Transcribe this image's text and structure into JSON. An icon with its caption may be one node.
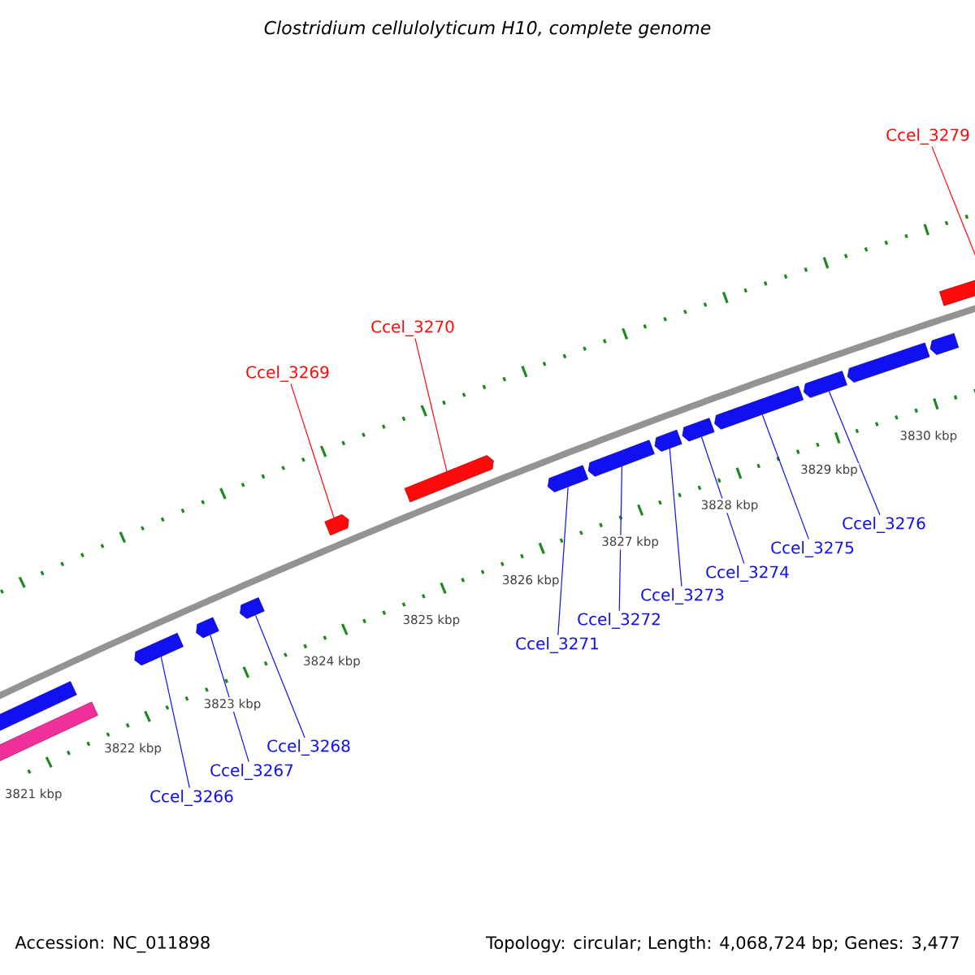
{
  "diagram": {
    "title": "Clostridium cellulolyticum H10, complete genome",
    "nodes": [
      {
        "text": [
          "Ccel_3279"
        ]
      },
      {
        "text": [
          "Ccel_3270"
        ]
      },
      {
        "text": [
          "Ccel_3269"
        ]
      },
      {
        "text": [
          "Ccel_3276"
        ]
      },
      {
        "text": [
          "Ccel_3275"
        ]
      },
      {
        "text": [
          "Ccel_3274"
        ]
      },
      {
        "text": [
          "Ccel_3273"
        ]
      },
      {
        "text": [
          "Ccel_3272"
        ]
      },
      {
        "text": [
          "Ccel_3271"
        ]
      },
      {
        "text": [
          "Ccel_3268"
        ]
      },
      {
        "text": [
          "Ccel_3267"
        ]
      },
      {
        "text": [
          "Ccel_3266"
        ]
      },
      {
        "text": [],
        "shape": "bar"
      },
      {
        "text": [],
        "shape": "bar"
      },
      {
        "text": [],
        "shape": "bar"
      },
      {
        "text": [],
        "shape": "bar"
      },
      {
        "text": [],
        "shape": "bar"
      },
      {
        "text": [],
        "shape": "bar"
      },
      {
        "text": [],
        "shape": "bar"
      },
      {
        "text": [],
        "shape": "bar"
      },
      {
        "text": [],
        "shape": "bar"
      },
      {
        "text": [],
        "shape": "bar"
      },
      {
        "text": [],
        "shape": "bar"
      },
      {
        "text": [],
        "shape": "bar"
      },
      {
        "text": [],
        "shape": "bar"
      },
      {
        "text": [],
        "shape": "bar"
      },
      {
        "text": [],
        "shape": "bar"
      },
      {
        "text": [],
        "shape": "bar"
      }
    ],
    "edges": [
      {
        "from": 0,
        "to": 27,
        "arrow": "none",
        "color": "#ff0000"
      },
      {
        "from": 1,
        "to": 18,
        "arrow": "none",
        "color": "#ff0000"
      },
      {
        "from": 2,
        "to": 17,
        "arrow": "none",
        "color": "#ff0000"
      },
      {
        "from": 3,
        "to": 24,
        "arrow": "none"
      },
      {
        "from": 4,
        "to": 23,
        "arrow": "none"
      },
      {
        "from": 5,
        "to": 22,
        "arrow": "none"
      },
      {
        "from": 6,
        "to": 21,
        "arrow": "none"
      },
      {
        "from": 7,
        "to": 20,
        "arrow": "none"
      },
      {
        "from": 8,
        "to": 19,
        "arrow": "none"
      },
      {
        "from": 9,
        "to": 16,
        "arrow": "none"
      },
      {
        "from": 10,
        "to": 15,
        "arrow": "none"
      },
      {
        "from": 11,
        "to": 14,
        "arrow": "none"
      }
    ],
    "labels": [
      "3821 kbp",
      "3822 kbp",
      "3823 kbp",
      "3824 kbp",
      "3825 kbp",
      "3826 kbp",
      "3827 kbp",
      "3828 kbp",
      "3829 kbp",
      "3830 kbp",
      "Accession: NC_011898",
      "Topology: circular; Length: 4,068,724 bp; Genes: 3,477"
    ]
  }
}
